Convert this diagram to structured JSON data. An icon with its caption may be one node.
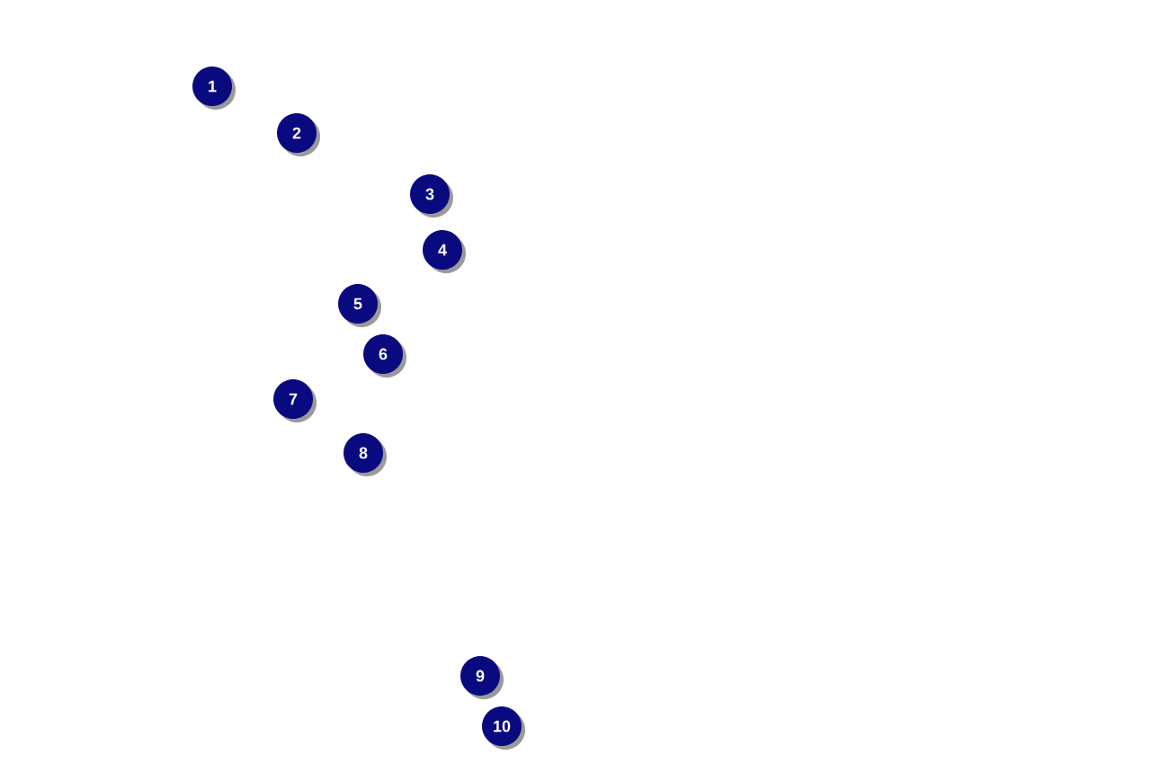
{
  "diagram": {
    "labels": [
      "1",
      "2",
      "3",
      "4",
      "5",
      "6",
      "7",
      "8",
      "9",
      "10"
    ]
  }
}
